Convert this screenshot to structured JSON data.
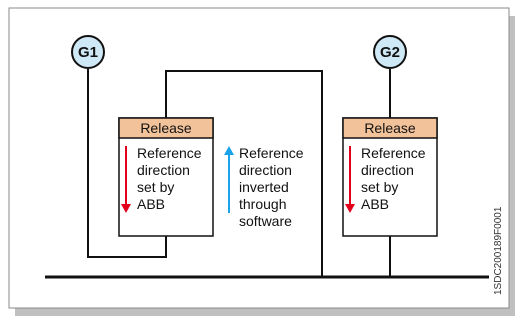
{
  "generators": [
    {
      "label": "G1"
    },
    {
      "label": "G2"
    }
  ],
  "releases": [
    {
      "header": "Release",
      "text_lines": [
        "Reference",
        "direction",
        "set by",
        "ABB"
      ]
    },
    {
      "header": "Release",
      "text_lines": [
        "Reference",
        "direction",
        "set by",
        "ABB"
      ]
    }
  ],
  "inverted_note": {
    "text_lines": [
      "Reference",
      "direction",
      "inverted",
      "through",
      "software"
    ]
  },
  "doc_code": "1SDC200189F0001",
  "colors": {
    "frame_border": "#8a8a8a",
    "frame_shadow": "#c0c0c0",
    "generator_fill": "#cfe8f5",
    "release_header": "#f2c29a",
    "arrow_red": "#e3001b",
    "arrow_blue": "#1aa3e8",
    "line": "#111111"
  }
}
